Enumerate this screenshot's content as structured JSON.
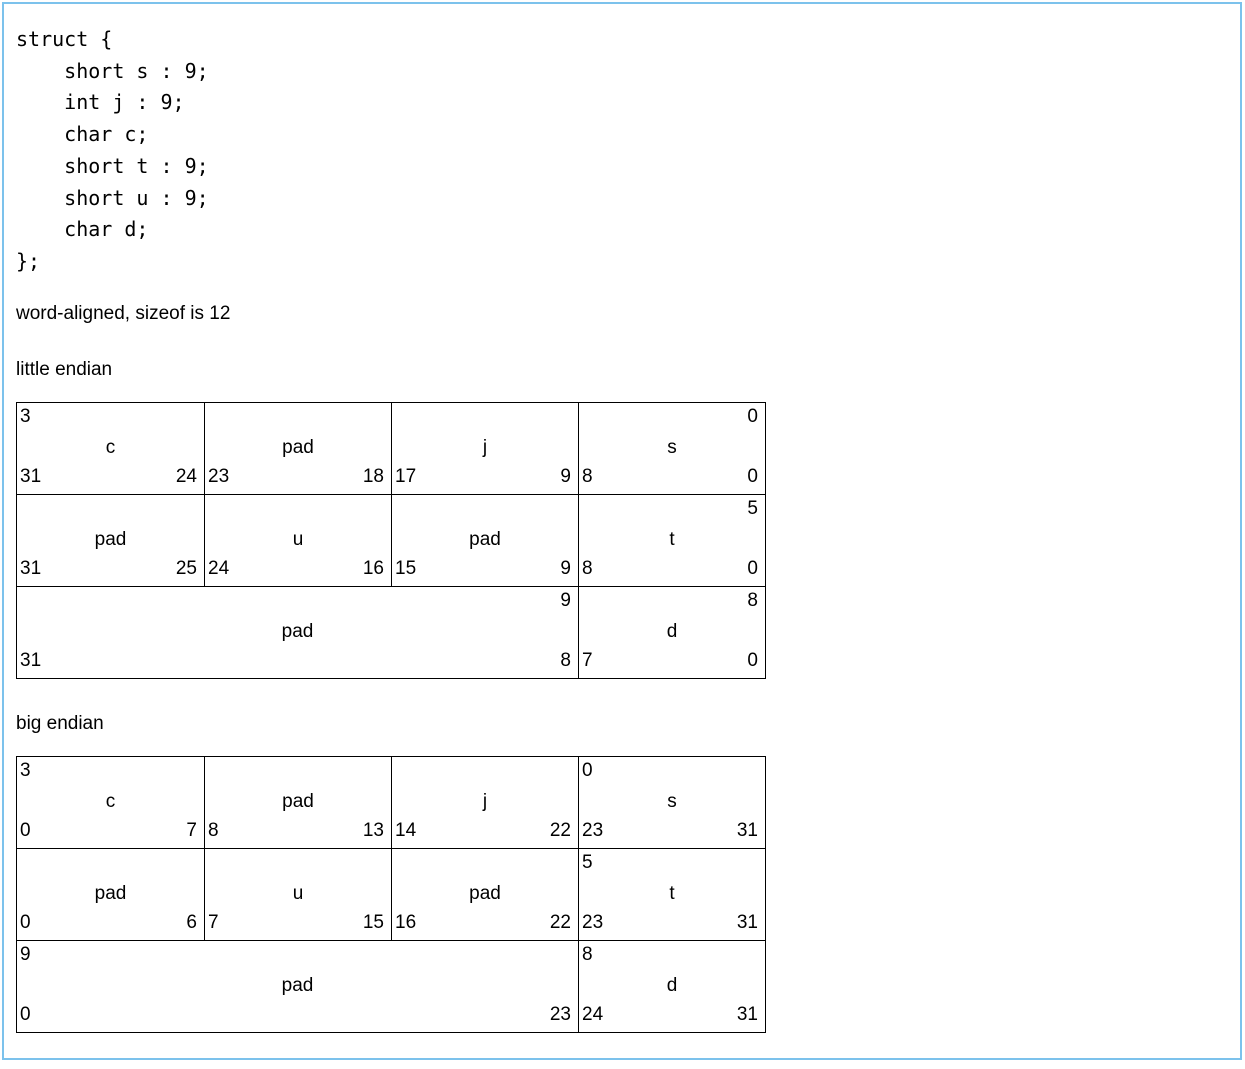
{
  "page": {
    "border_color": "#7cc2ec",
    "background_color": "#ffffff"
  },
  "code": {
    "lines": [
      "struct {",
      "    short s : 9;",
      "    int j : 9;",
      "    char c;",
      "    short t : 9;",
      "    short u : 9;",
      "    char d;",
      "};"
    ]
  },
  "caption": "word-aligned, sizeof is 12",
  "little_endian": {
    "title": "little endian",
    "rows": [
      {
        "cells": [
          {
            "tl": "3",
            "label": "c",
            "bl": "31",
            "br": "24"
          },
          {
            "label": "pad",
            "bl": "23",
            "br": "18"
          },
          {
            "label": "j",
            "bl": "17",
            "br": "9"
          },
          {
            "tr": "0",
            "label": "s",
            "bl": "8",
            "br": "0"
          }
        ]
      },
      {
        "cells": [
          {
            "label": "pad",
            "bl": "31",
            "br": "25"
          },
          {
            "label": "u",
            "bl": "24",
            "br": "16"
          },
          {
            "label": "pad",
            "bl": "15",
            "br": "9"
          },
          {
            "tr": "5",
            "label": "t",
            "bl": "8",
            "br": "0"
          }
        ]
      },
      {
        "cells": [
          {
            "tr": "9",
            "label": "pad",
            "bl": "31",
            "br": "8",
            "span": 3
          },
          {
            "tr": "8",
            "label": "d",
            "bl": "7",
            "br": "0"
          }
        ]
      }
    ]
  },
  "big_endian": {
    "title": "big endian",
    "rows": [
      {
        "cells": [
          {
            "tl": "3",
            "label": "c",
            "bl": "0",
            "br": "7"
          },
          {
            "label": "pad",
            "bl": "8",
            "br": "13"
          },
          {
            "label": "j",
            "bl": "14",
            "br": "22"
          },
          {
            "tl": "0",
            "label": "s",
            "bl": "23",
            "br": "31"
          }
        ]
      },
      {
        "cells": [
          {
            "label": "pad",
            "bl": "0",
            "br": "6"
          },
          {
            "label": "u",
            "bl": "7",
            "br": "15"
          },
          {
            "label": "pad",
            "bl": "16",
            "br": "22"
          },
          {
            "tl": "5",
            "label": "t",
            "bl": "23",
            "br": "31"
          }
        ]
      },
      {
        "cells": [
          {
            "tl": "9",
            "label": "pad",
            "bl": "0",
            "br": "23",
            "span": 3
          },
          {
            "tl": "8",
            "label": "d",
            "bl": "24",
            "br": "31"
          }
        ]
      }
    ]
  }
}
